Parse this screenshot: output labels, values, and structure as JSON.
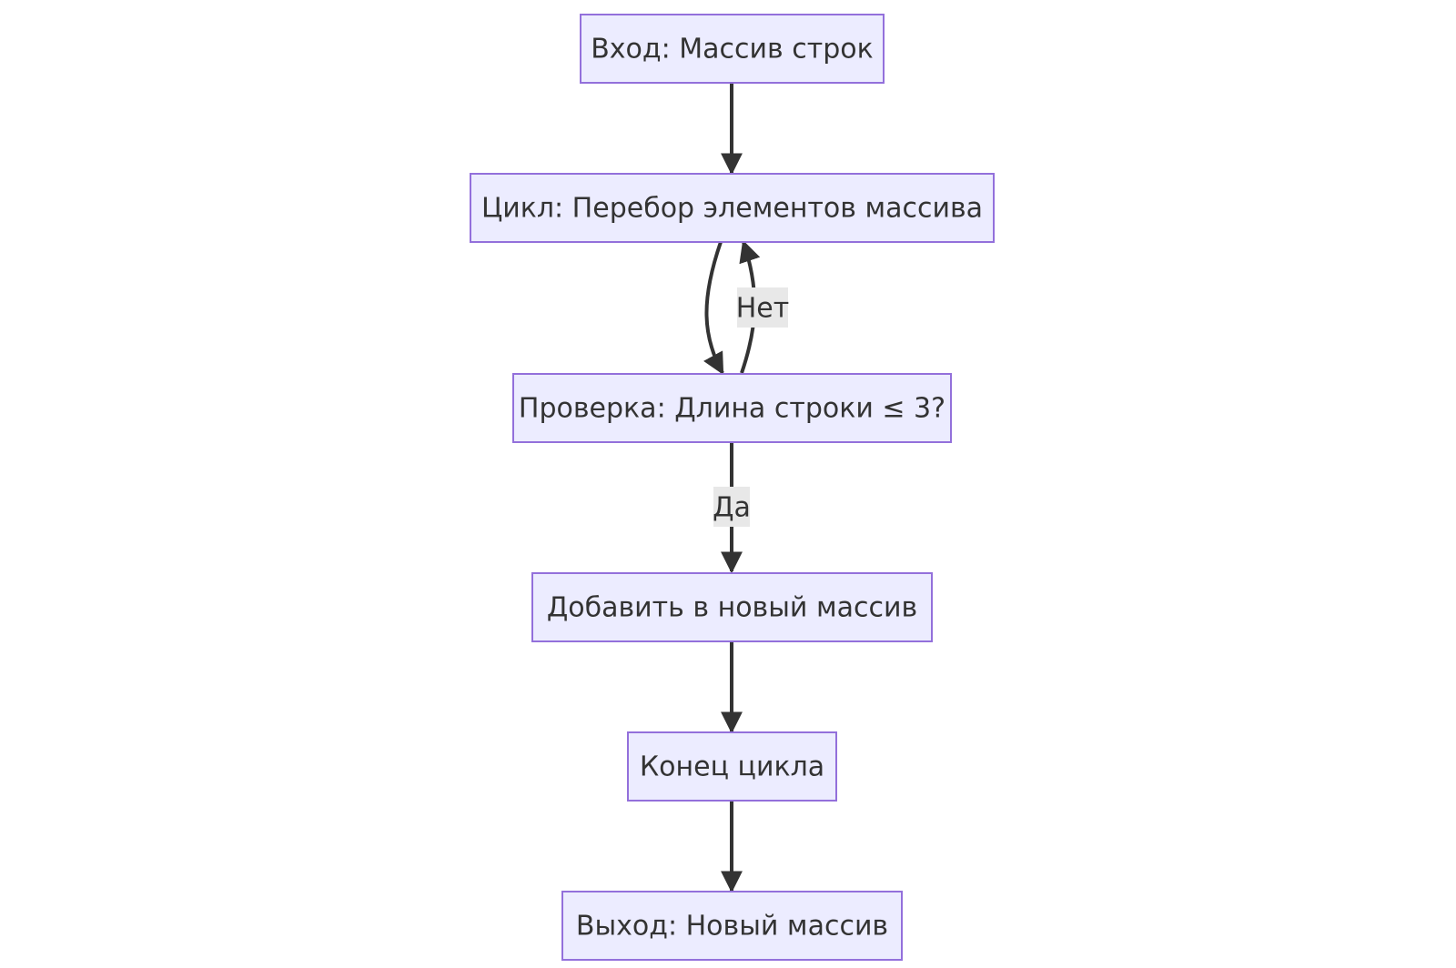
{
  "diagram": {
    "type": "flowchart",
    "nodes": {
      "input": "Вход: Массив строк",
      "loop": "Цикл: Перебор элементов массива",
      "check": "Проверка: Длина строки ≤ 3?",
      "add": "Добавить в новый массив",
      "loop_end": "Конец цикла",
      "output": "Выход: Новый массив"
    },
    "edges": [
      {
        "from": "input",
        "to": "loop",
        "label": ""
      },
      {
        "from": "loop",
        "to": "check",
        "label": ""
      },
      {
        "from": "check",
        "to": "loop",
        "label": "Нет"
      },
      {
        "from": "check",
        "to": "add",
        "label": "Да"
      },
      {
        "from": "add",
        "to": "loop_end",
        "label": ""
      },
      {
        "from": "loop_end",
        "to": "output",
        "label": ""
      }
    ],
    "edge_labels": {
      "no": "Нет",
      "yes": "Да"
    },
    "colors": {
      "node_fill": "#ececff",
      "node_stroke": "#9370db",
      "edge": "#333333",
      "label_bg": "#e8e8e8",
      "text": "#333333"
    }
  }
}
